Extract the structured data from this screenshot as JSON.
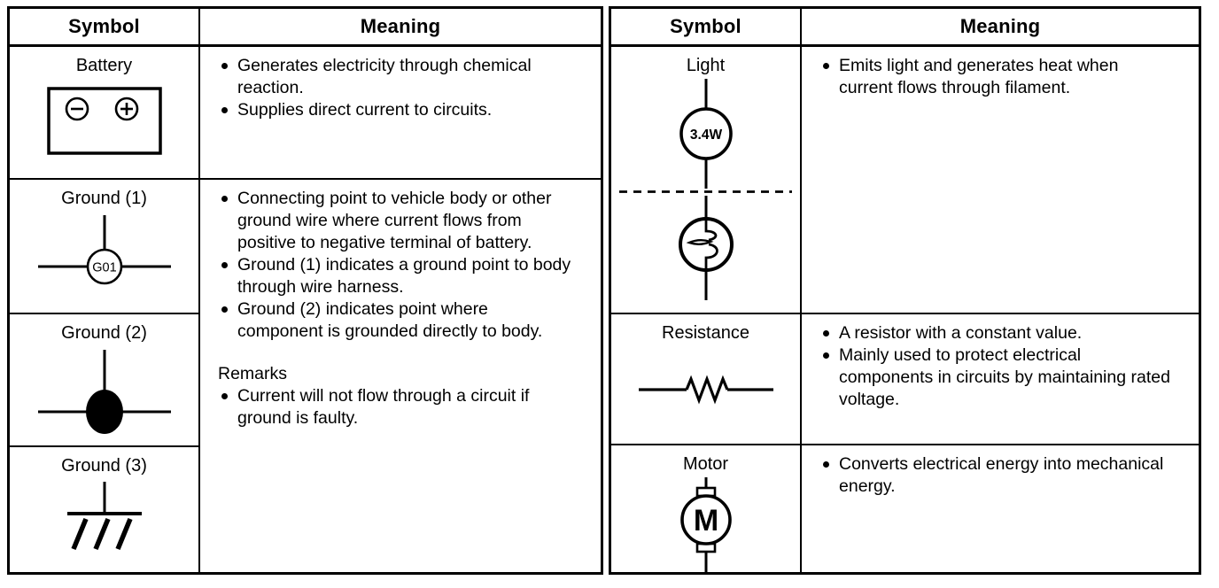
{
  "left_table": {
    "header": {
      "symbol": "Symbol",
      "meaning": "Meaning"
    },
    "battery": {
      "label": "Battery",
      "bullets": [
        "Generates electricity through chemical reaction.",
        "Supplies direct current to circuits."
      ]
    },
    "ground": {
      "label1": "Ground (1)",
      "label2": "Ground (2)",
      "label3": "Ground (3)",
      "g1_point_id": "G01",
      "bullets": [
        "Connecting point to vehicle body or other ground wire where current flows from positive to negative terminal of battery.",
        "Ground (1) indicates a ground point to body through wire harness.",
        "Ground (2) indicates point where component is grounded directly to body."
      ],
      "remarks_label": "Remarks",
      "remarks_bullets": [
        "Current will not flow through a circuit if ground is faulty."
      ]
    }
  },
  "right_table": {
    "header": {
      "symbol": "Symbol",
      "meaning": "Meaning"
    },
    "light": {
      "label": "Light",
      "wattage": "3.4W",
      "bullets": [
        "Emits light and generates heat when current flows through filament."
      ]
    },
    "resistance": {
      "label": "Resistance",
      "bullets": [
        "A resistor with a constant value.",
        "Mainly used to protect electrical components in circuits by maintaining rated voltage."
      ]
    },
    "motor": {
      "label": "Motor",
      "letter": "M",
      "bullets": [
        "Converts electrical energy into mechanical energy."
      ]
    }
  }
}
